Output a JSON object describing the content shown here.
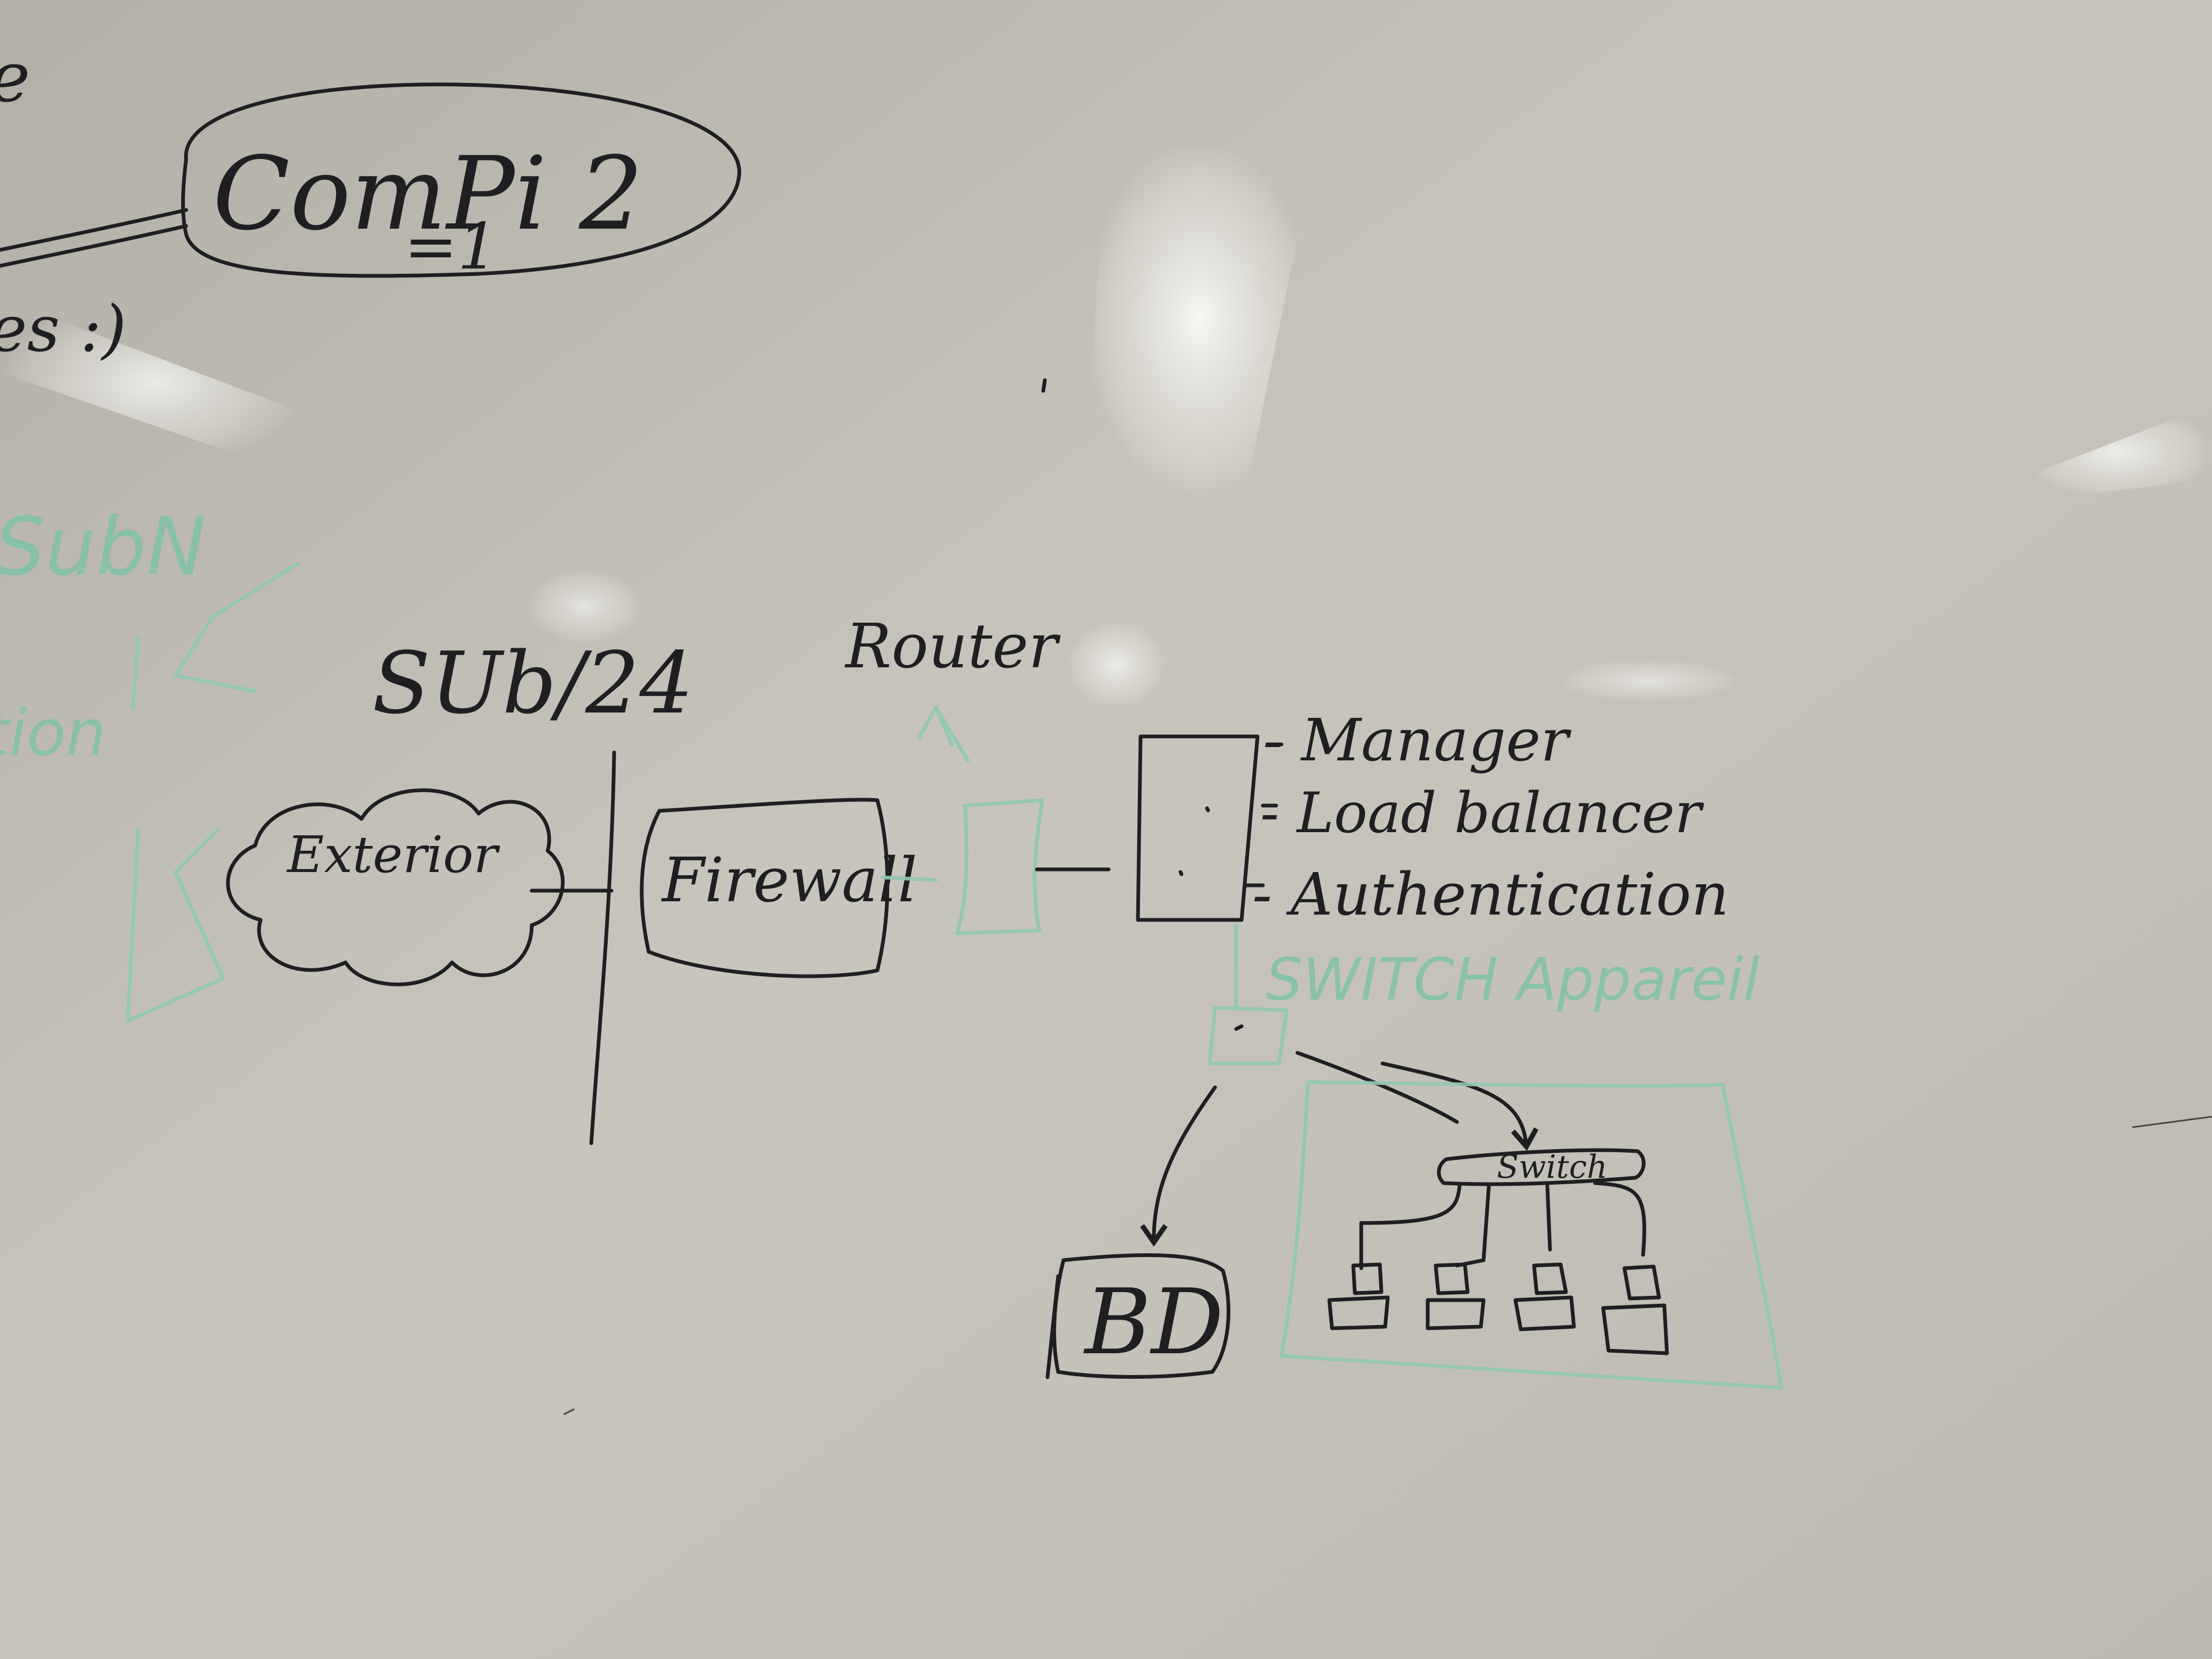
{
  "colors": {
    "board": "#c4c1b8",
    "ink_black": "#1f1f22",
    "ink_green": "#8fc9b0"
  },
  "labels": {
    "comp": "ComPi 2",
    "comp_sub": "=1",
    "edge_top_right": "e",
    "edge_smiley": "es :)",
    "edge_green_1": "SubN",
    "edge_green_2": "tion",
    "subnet": "SUb/24",
    "router": "Router",
    "exterior": "Exterior",
    "firewall": "Firewall",
    "manager": "- Manager",
    "load_balancer": "- Load balancer",
    "authentication": "- Authentication",
    "switch_green": "SWITCH Appareil",
    "switch": "Switch",
    "bd": "BD"
  }
}
